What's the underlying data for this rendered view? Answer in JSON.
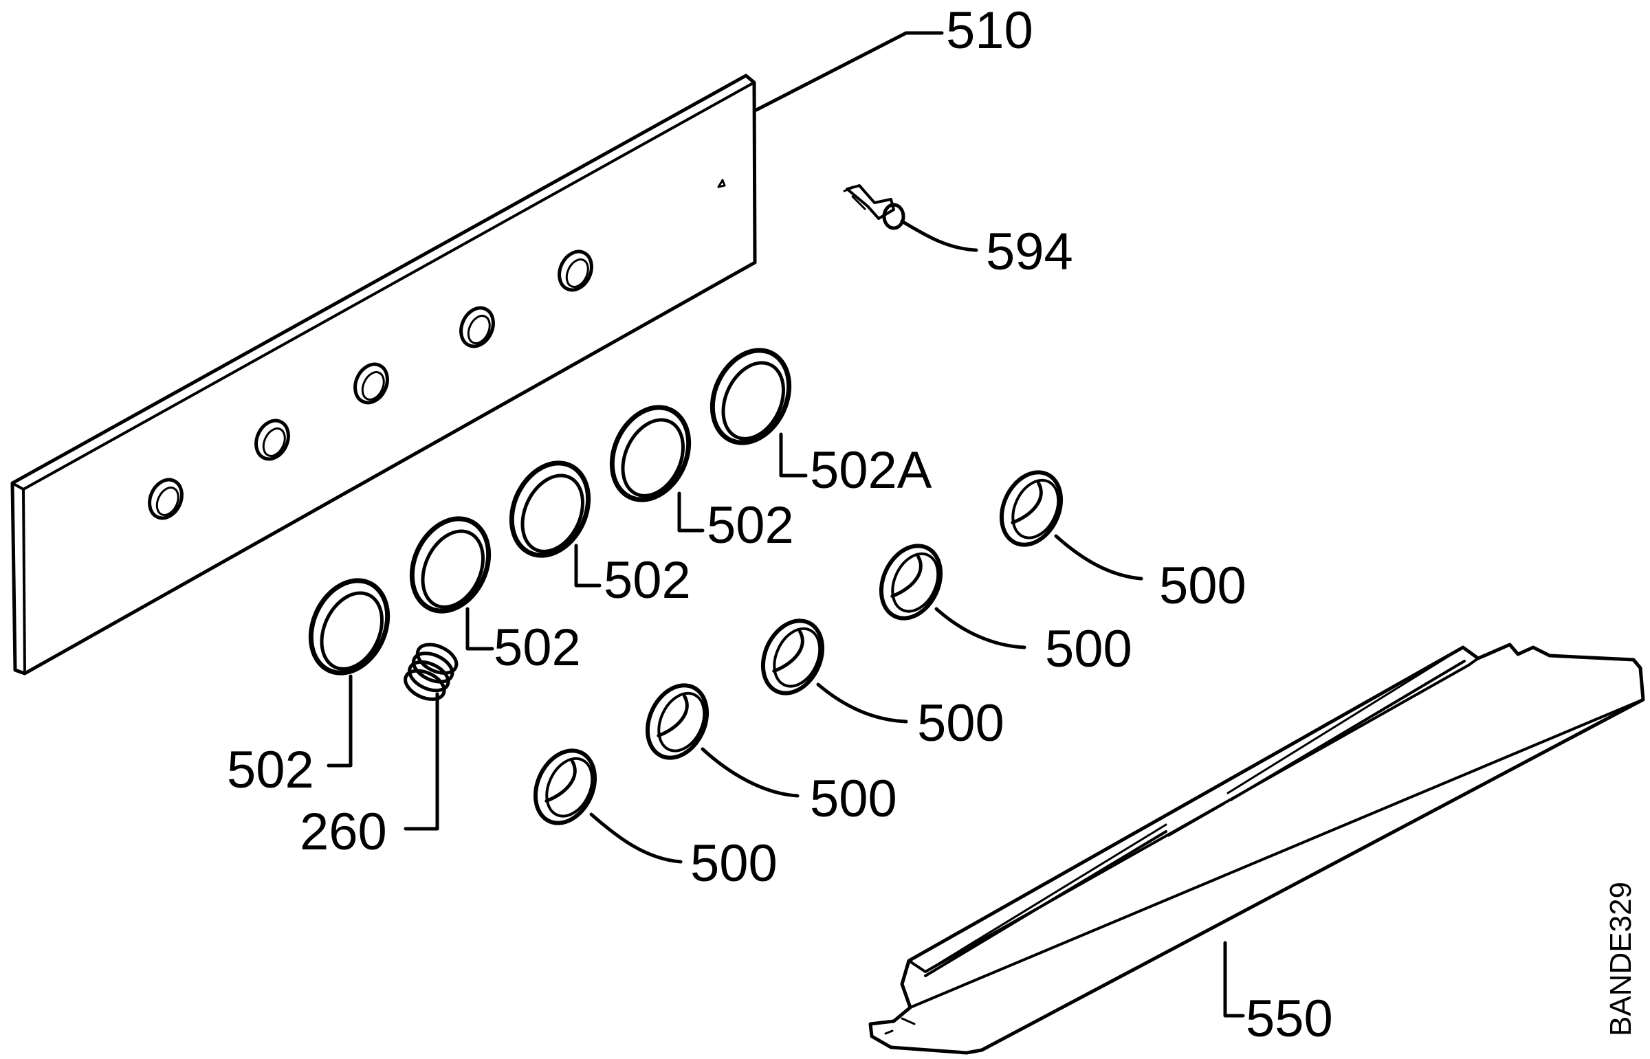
{
  "figure_ref": "BANDE329",
  "callouts": {
    "c510": "510",
    "c594": "594",
    "c502a": "502A",
    "c502_1": "502",
    "c502_2": "502",
    "c502_3": "502",
    "c502_4": "502",
    "c260": "260",
    "c500_1": "500",
    "c500_2": "500",
    "c500_3": "500",
    "c500_4": "500",
    "c500_5": "500",
    "c550": "550"
  },
  "parts": [
    {
      "ref": "510",
      "name": "control panel"
    },
    {
      "ref": "594",
      "name": "clip"
    },
    {
      "ref": "502",
      "name": "knob ring"
    },
    {
      "ref": "502A",
      "name": "knob ring"
    },
    {
      "ref": "260",
      "name": "spring"
    },
    {
      "ref": "500",
      "name": "control knob"
    },
    {
      "ref": "550",
      "name": "trim strip"
    }
  ],
  "colors": {
    "line": "#000000",
    "background": "#ffffff"
  }
}
